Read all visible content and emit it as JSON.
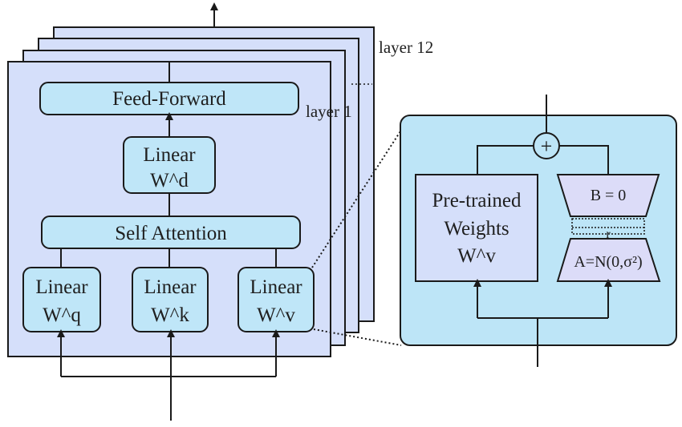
{
  "stack": {
    "top_layer_label": "layer 12",
    "front_layer_label": "layer 1",
    "blocks": {
      "feed_forward": "Feed-Forward",
      "linear_d": {
        "line1": "Linear",
        "line2": "W^d"
      },
      "self_attention": "Self Attention",
      "linear_q": {
        "line1": "Linear",
        "line2": "W^q"
      },
      "linear_k": {
        "line1": "Linear",
        "line2": "W^k"
      },
      "linear_v": {
        "line1": "Linear",
        "line2": "W^v"
      }
    }
  },
  "detail": {
    "pretrained": {
      "line1": "Pre-trained",
      "line2": "Weights",
      "line3": "W^v"
    },
    "lora_b": "B = 0",
    "lora_rank": "r",
    "lora_a": "A=N(0,σ²)",
    "sum_symbol": "+"
  },
  "colors": {
    "layer_fill": "#d5dffa",
    "block_fill": "#bfe6f8",
    "detail_fill": "#bde5f7",
    "trapezoid_fill": "#dcdcf8",
    "stroke": "#1a1a1a"
  }
}
